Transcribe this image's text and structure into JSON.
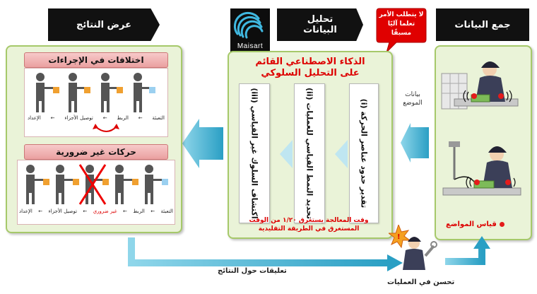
{
  "headers": {
    "data_collection": "جمع البيانات",
    "data_analysis_line1": "تحليل",
    "data_analysis_line2": "البيانات",
    "results_display": "عرض النتائج"
  },
  "logo": {
    "text": "Maisart"
  },
  "callout": {
    "line1": "لا يتطلب الأمر",
    "line2": "تعلما آليًا",
    "line3": "مسبقًا"
  },
  "analysis": {
    "title_line1": "الذكاء الاصطناعي القائم",
    "title_line2": "على التحليل السلوكي",
    "step1": "(i) تقدير حدود عناصر الحركة",
    "step2": "(ii) تحديد النمط القياسي للعمليات",
    "step3": "(iii) اكتشاف السلوك غير القياسي",
    "note_line1": "وقت المعالجة يستغرق ١/٢٠ من الوقت",
    "note_line2": "المستغرق في الطريقة التقليدية"
  },
  "position_data": {
    "line1": "بيانات",
    "line2": "الموضع"
  },
  "collection": {
    "caption": "قياس المواضع"
  },
  "results": {
    "section1_title": "اختلافات في الإجراءات",
    "section1_steps": [
      "الإعداد",
      "توصيل الأجزاء",
      "الربط",
      "التعبئة"
    ],
    "section2_title": "حركات غير ضرورية",
    "section2_steps": [
      "الإعداد",
      "توصيل الأجزاء",
      "غير ضروري",
      "الربط",
      "التعبئة"
    ]
  },
  "bottom": {
    "feedback": "تعليقات حول النتائج",
    "improvement": "تحسن في العمليات"
  },
  "colors": {
    "panel_bg": "#eaf3d8",
    "panel_border": "#a6c96a",
    "arrow_blue": "#3fb0cf",
    "accent_red": "#d00000"
  }
}
